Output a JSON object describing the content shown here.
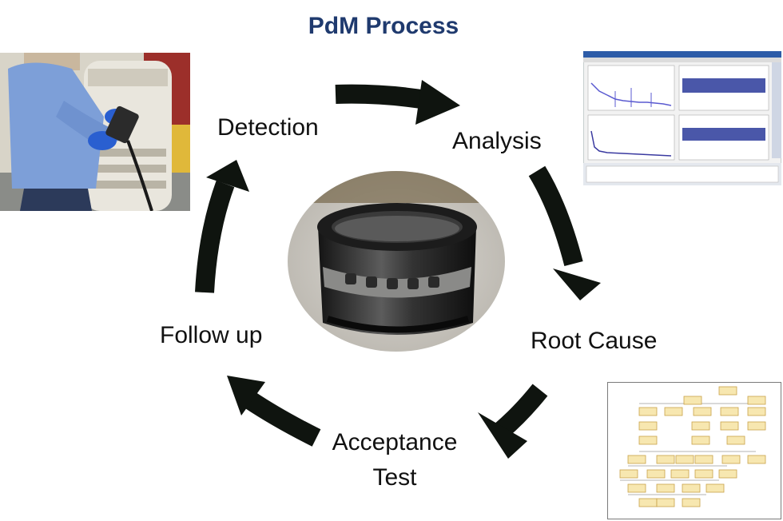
{
  "title": "PdM Process",
  "steps": {
    "detection": "Detection",
    "analysis": "Analysis",
    "root_cause": "Root Cause",
    "acceptance_test_line1": "Acceptance",
    "acceptance_test_line2": "Test",
    "follow_up": "Follow up"
  },
  "colors": {
    "title": "#1f3a6e",
    "arrow": "#0f140f",
    "node_fill": "#f7e7b0",
    "node_stroke": "#c9a24a"
  }
}
